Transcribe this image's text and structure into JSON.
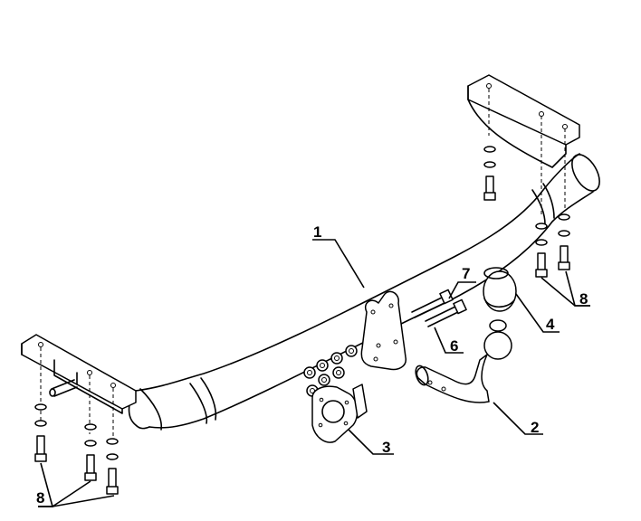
{
  "callouts": {
    "c1": "1",
    "c2": "2",
    "c3": "3",
    "c4": "4",
    "c6": "6",
    "c7": "7",
    "c8_right": "8",
    "c8_left": "8"
  }
}
